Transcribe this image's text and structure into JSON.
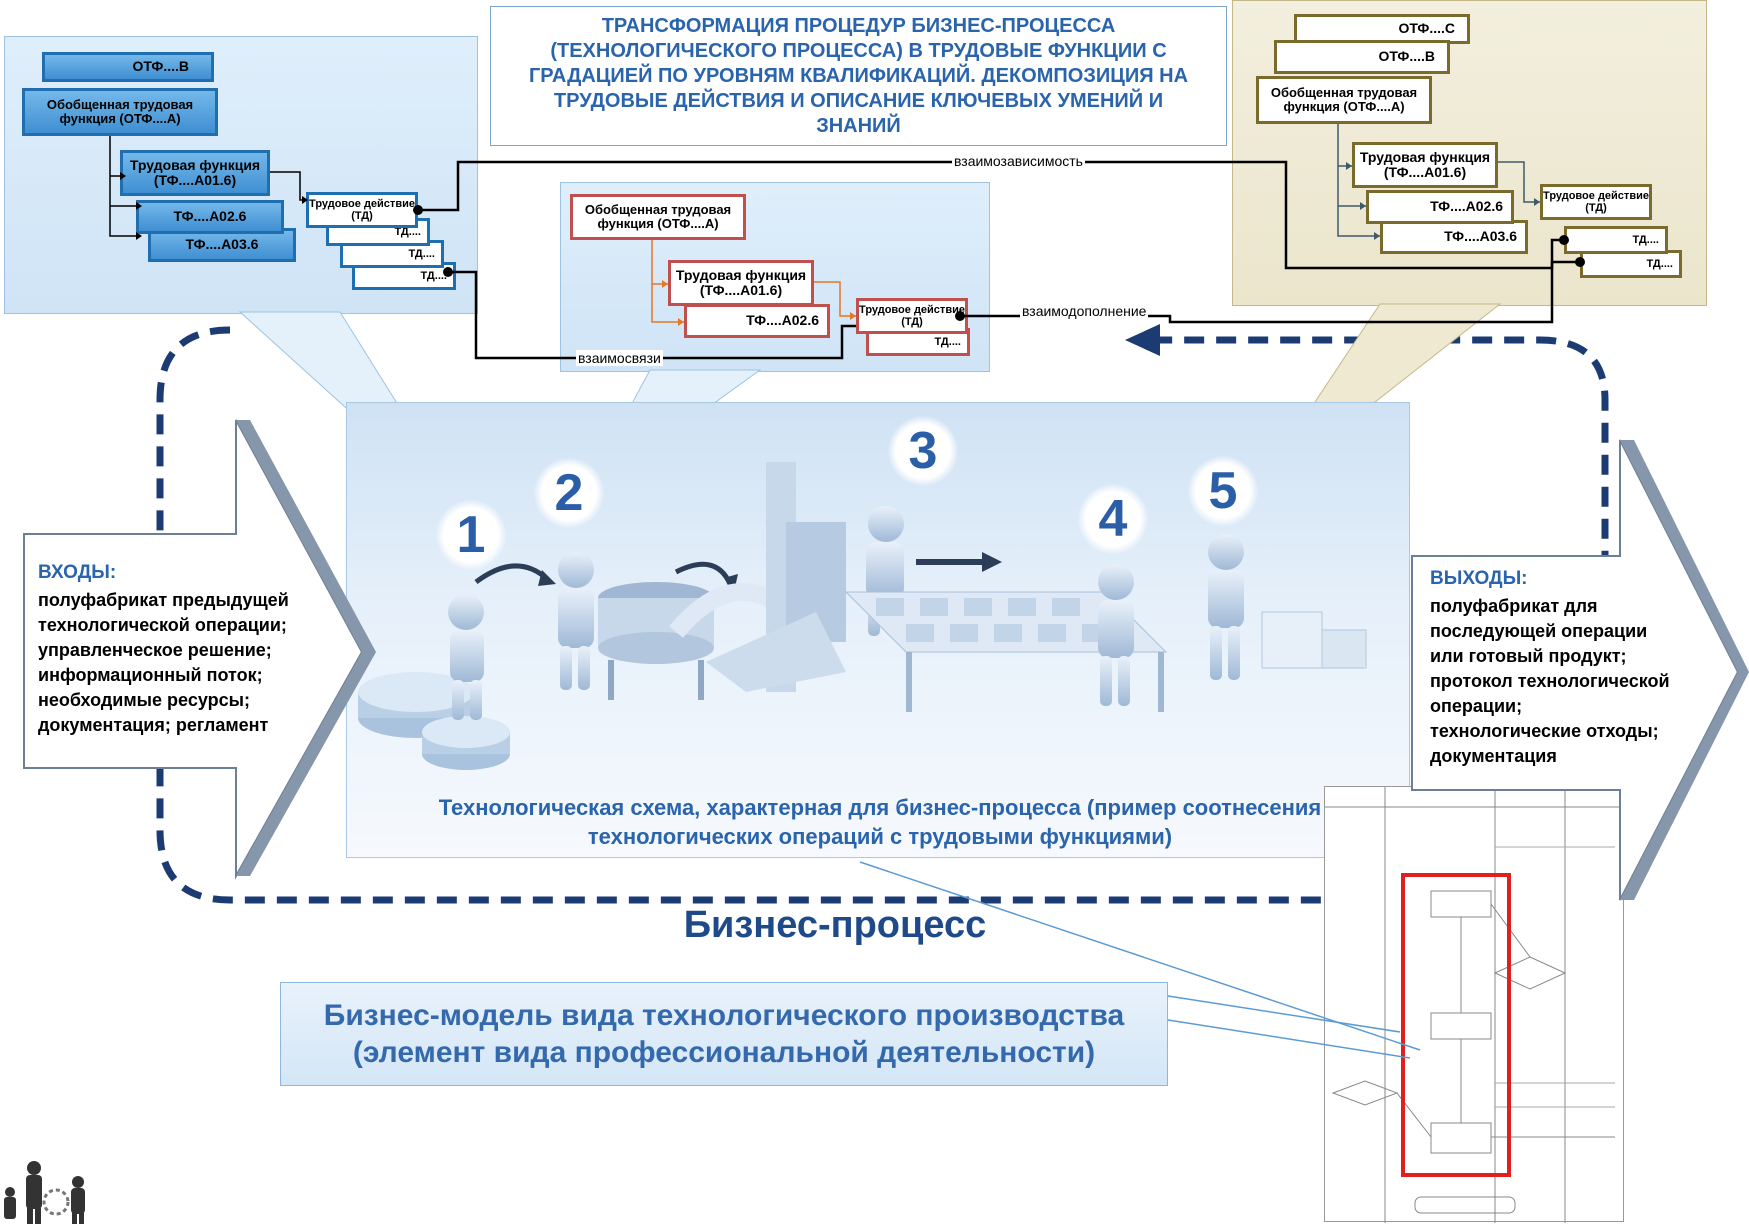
{
  "title_box": {
    "text": "ТРАНСФОРМАЦИЯ ПРОЦЕДУР БИЗНЕС-ПРОЦЕССА (ТЕХНОЛОГИЧЕСКОГО ПРОЦЕССА) В ТРУДОВЫЕ ФУНКЦИИ С ГРАДАЦИЕЙ ПО УРОВНЯМ КВАЛИФИКАЦИЙ. ДЕКОМПОЗИЦИЯ НА ТРУДОВЫЕ ДЕЙСТВИЯ И ОПИСАНИЕ КЛЮЧЕВЫХ УМЕНИЙ И ЗНАНИЙ"
  },
  "left_panel": {
    "otf_b": "ОТФ....В",
    "otf_a": "Обобщенная трудовая функция  (ОТФ....А)",
    "tf_main": "Трудовая функция (ТФ....А01.6)",
    "tf_2": "ТФ....А02.6",
    "tf_3": "ТФ....А03.6",
    "td_main": "Трудовое действие  (ТД)",
    "td_2": "ТД....",
    "td_3": "ТД....",
    "td_4": "ТД...."
  },
  "middle_panel": {
    "otf_a": "Обобщенная трудовая функция  (ОТФ....А)",
    "tf_main": "Трудовая функция (ТФ....А01.6)",
    "tf_2": "ТФ....А02.6",
    "td_main": "Трудовое действие  (ТД)",
    "td_2": "ТД...."
  },
  "right_panel": {
    "otf_c": "ОТФ....С",
    "otf_b": "ОТФ....В",
    "otf_a": "Обобщенная трудовая функция  (ОТФ....А)",
    "tf_main": "Трудовая функция (ТФ....А01.6)",
    "tf_2": "ТФ....А02.6",
    "tf_3": "ТФ....А03.6",
    "td_main": "Трудовое действие  (ТД)",
    "td_2": "ТД....",
    "td_3": "ТД...."
  },
  "connectors": {
    "interdependence": "взаимозависимость",
    "complement": "взаимодополнение",
    "relations": "взаимосвязи"
  },
  "steps": [
    "1",
    "2",
    "3",
    "4",
    "5"
  ],
  "inputs": {
    "heading": "ВХОДЫ:",
    "lines": [
      "полуфабрикат предыдущей",
      "технологической операции;",
      "управленческое решение;",
      "информационный поток;",
      "необходимые ресурсы;",
      "документация; регламент"
    ]
  },
  "outputs": {
    "heading": "ВЫХОДЫ:",
    "lines": [
      "полуфабрикат для",
      "последующей операции",
      "или готовый продукт;",
      "протокол технологической",
      "операции;",
      "технологические отходы;",
      "документация"
    ]
  },
  "scheme_caption": {
    "line1": "Технологическая схема, характерная для бизнес-процесса (пример соотнесения",
    "line2": "технологических операций с трудовыми функциями)"
  },
  "business_process_label": "Бизнес-процесс",
  "business_model": {
    "line1": "Бизнес-модель вида технологического производства",
    "line2": "(элемент вида профессиональной деятельности)"
  },
  "colors": {
    "blue_dark": "#1f4a8a",
    "blue_text": "#2a64ad",
    "red": "#c0504d",
    "olive": "#7a6a2c",
    "dashed": "#1c3b73"
  }
}
